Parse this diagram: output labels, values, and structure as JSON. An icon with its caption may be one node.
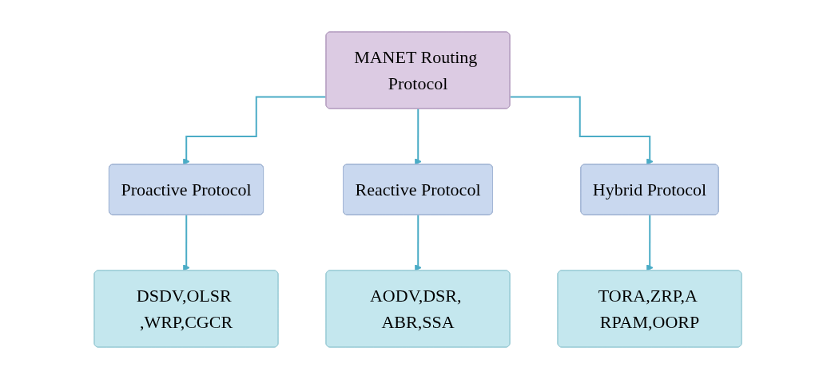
{
  "diagram": {
    "nodes": [
      {
        "text": [
          "MANET Routing Protocol"
        ]
      },
      {
        "text": [
          "Proactive Protocol"
        ]
      },
      {
        "text": [
          "Reactive Protocol"
        ]
      },
      {
        "text": [
          "Hybrid Protocol"
        ]
      },
      {
        "text": [
          "DSDV,OLSR ,WRP,CGCR"
        ]
      },
      {
        "text": [
          "AODV,DSR, ABR,SSA"
        ]
      },
      {
        "text": [
          "TORA,ZRP,A RPAM,OORP"
        ]
      }
    ],
    "edges": [
      {
        "from": 0,
        "to": 1,
        "arrow": "to"
      },
      {
        "from": 0,
        "to": 2,
        "arrow": "to"
      },
      {
        "from": 0,
        "to": 3,
        "arrow": "to"
      },
      {
        "from": 1,
        "to": 4,
        "arrow": "to"
      },
      {
        "from": 2,
        "to": 5,
        "arrow": "to"
      },
      {
        "from": 3,
        "to": 6,
        "arrow": "to"
      }
    ]
  }
}
